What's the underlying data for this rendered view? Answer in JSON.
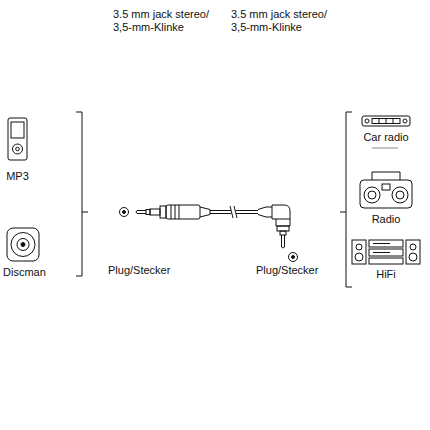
{
  "diagram": {
    "labels": [
      "MP3",
      "Discman",
      "3.5 mm jack stereo/ 3,5-mm-Klinke",
      "3.5 mm jack stereo/ 3,5-mm-Klinke",
      "Plug/Stecker",
      "Plug/Stecker",
      "Car radio",
      "Radio",
      "HiFi"
    ]
  }
}
